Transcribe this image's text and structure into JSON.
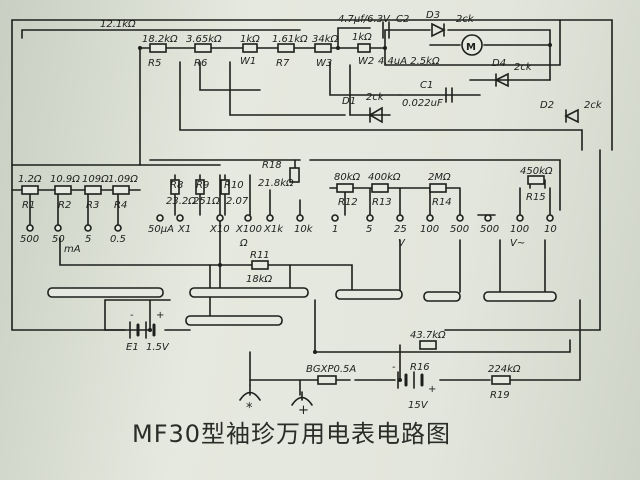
{
  "title": "MF30型袖珍万用电表电路图",
  "labels": {
    "r_top_total": "12.1kΩ",
    "r5_val": "18.2kΩ",
    "r5": "R5",
    "r6_val": "3.65kΩ",
    "r6": "R6",
    "w1_val": "1kΩ",
    "w1": "W1",
    "r7_val": "1.61kΩ",
    "r7": "R7",
    "w3_val": "34kΩ",
    "w3": "W3",
    "c2_val": "4.7μf/6.3V",
    "c2": "C2",
    "d3": "D3",
    "d3_type": "2ck",
    "w2_val": "1kΩ",
    "w2": "W2",
    "meter_val": "4.4uA 2.5kΩ",
    "d4": "D4",
    "d4_type": "2ck",
    "c1": "C1",
    "c1_val": "0.022uF",
    "d1": "D1",
    "d1_type": "2ck",
    "d2": "D2",
    "d2_type": "2ck",
    "r1_val": "1.2Ω",
    "r1": "R1",
    "r2_val": "10.9Ω",
    "r2": "R2",
    "r3_val": "109Ω",
    "r3": "R3",
    "r4_val": "1.09Ω",
    "r4": "R4",
    "r8": "R8",
    "r8_val": "23.2Ω",
    "r9": "R9",
    "r9_val": "251Ω",
    "r10": "R10",
    "r10_val": "2.07",
    "r18": "R18",
    "r18_val": "21.8kΩ",
    "r12_val": "80kΩ",
    "r12": "R12",
    "r13_val": "400kΩ",
    "r13": "R13",
    "r14_val": "2MΩ",
    "r14": "R14",
    "r15_val": "450kΩ",
    "r15": "R15",
    "ma_ranges": [
      "500",
      "50",
      "5",
      "0.5"
    ],
    "ma_unit": "mA",
    "ohm_ranges": [
      "50μA",
      "X1",
      "X10",
      "X100",
      "X1k",
      "10k"
    ],
    "ohm_unit": "Ω",
    "vdc_ranges": [
      "1",
      "5",
      "25",
      "100",
      "500"
    ],
    "vdc_unit": "V",
    "vac_ranges": [
      "500",
      "100",
      "10"
    ],
    "vac_unit": "V~",
    "r11": "R11",
    "r11_val": "18kΩ",
    "e1": "E1",
    "e1_val": "1.5V",
    "r16_val": "43.7kΩ",
    "r16": "R16",
    "fuse": "BGXP0.5A",
    "e2_val": "15V",
    "r19_val": "224kΩ",
    "r19": "R19",
    "jack_neg": "*",
    "jack_pos": "+",
    "plus": "+",
    "minus": "-"
  }
}
